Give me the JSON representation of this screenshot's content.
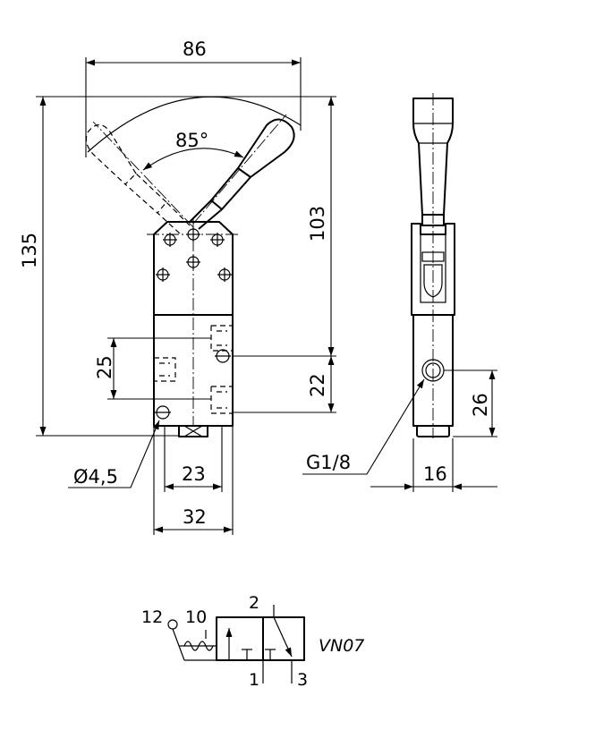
{
  "dimensions": {
    "width_top": "86",
    "angle": "85°",
    "height_total": "135",
    "height_103": "103",
    "hole_spacing": "25",
    "port_offset": "22",
    "hole_diameter": "Ø4,5",
    "inner_width": "23",
    "body_width": "32",
    "thread": "G1/8",
    "side_width": "16",
    "side_port_height": "26"
  },
  "symbol": {
    "port_12": "12",
    "port_10": "10",
    "port_2": "2",
    "port_1": "1",
    "port_3": "3",
    "model": "VN07"
  }
}
